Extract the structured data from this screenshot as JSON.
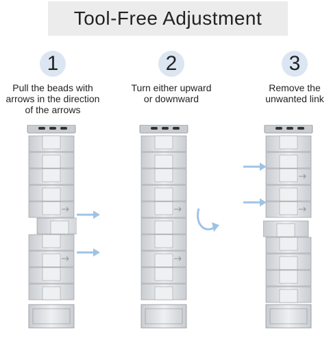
{
  "title": "Tool-Free Adjustment",
  "colors": {
    "banner_bg": "#ececec",
    "badge_bg": "#dbe6f2",
    "arrow": "#9fc3e6",
    "metal_light": "#eef0f2",
    "metal_mid": "#c9ccd0",
    "metal_dark": "#8e9297"
  },
  "steps": [
    {
      "number": "1",
      "lines": [
        "Pull the beads with",
        "arrows in the direction",
        "of  the arrows"
      ]
    },
    {
      "number": "2",
      "lines": [
        "Turn either upward",
        "or downward"
      ]
    },
    {
      "number": "3",
      "lines": [
        "Remove the",
        "unwanted link"
      ]
    }
  ]
}
